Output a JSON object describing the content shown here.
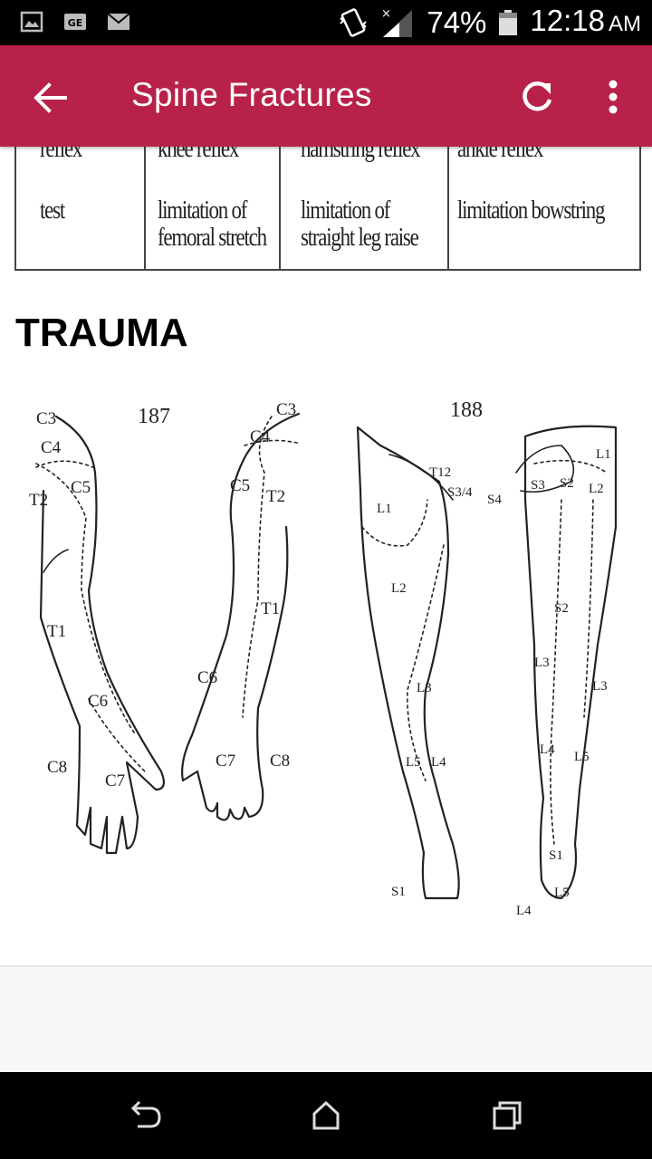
{
  "status_bar": {
    "battery": "74%",
    "time": "12:18",
    "ampm": "AM",
    "icons": [
      "image-icon",
      "ge-icon",
      "mail-icon",
      "vibrate-icon",
      "signal-icon",
      "battery-icon"
    ]
  },
  "app_bar": {
    "title": "Spine Fractures",
    "background": "#b8224a",
    "icons": [
      "back-arrow-icon",
      "refresh-icon",
      "more-vert-icon"
    ]
  },
  "table": {
    "row_top": [
      "reflex",
      "knee reflex",
      "hamstring reflex",
      "ankle reflex"
    ],
    "row_test": {
      "label": "test",
      "col1_line1": "limitation of",
      "col1_line2": "femoral stretch",
      "col2_line1": "limitation of",
      "col2_line2": "straight leg raise",
      "col3": "limitation bowstring"
    }
  },
  "section": {
    "title": "TRAUMA"
  },
  "figure": {
    "numbers": [
      "187",
      "188"
    ],
    "arm_labels": {
      "c3": "C3",
      "c4": "C4",
      "c5": "C5",
      "t2": "T2",
      "t1": "T1",
      "c6": "C6",
      "c7": "C7",
      "c8": "C8"
    },
    "leg_labels": {
      "t12": "T12",
      "l1": "L1",
      "l2": "L2",
      "l3": "L3",
      "l4": "L4",
      "l5": "L5",
      "s1": "S1",
      "s2": "S2",
      "s3": "S3",
      "s34": "S3/4",
      "s4": "S4"
    }
  },
  "nav_bar": {
    "icons": [
      "back-nav-icon",
      "home-nav-icon",
      "recents-nav-icon"
    ]
  }
}
